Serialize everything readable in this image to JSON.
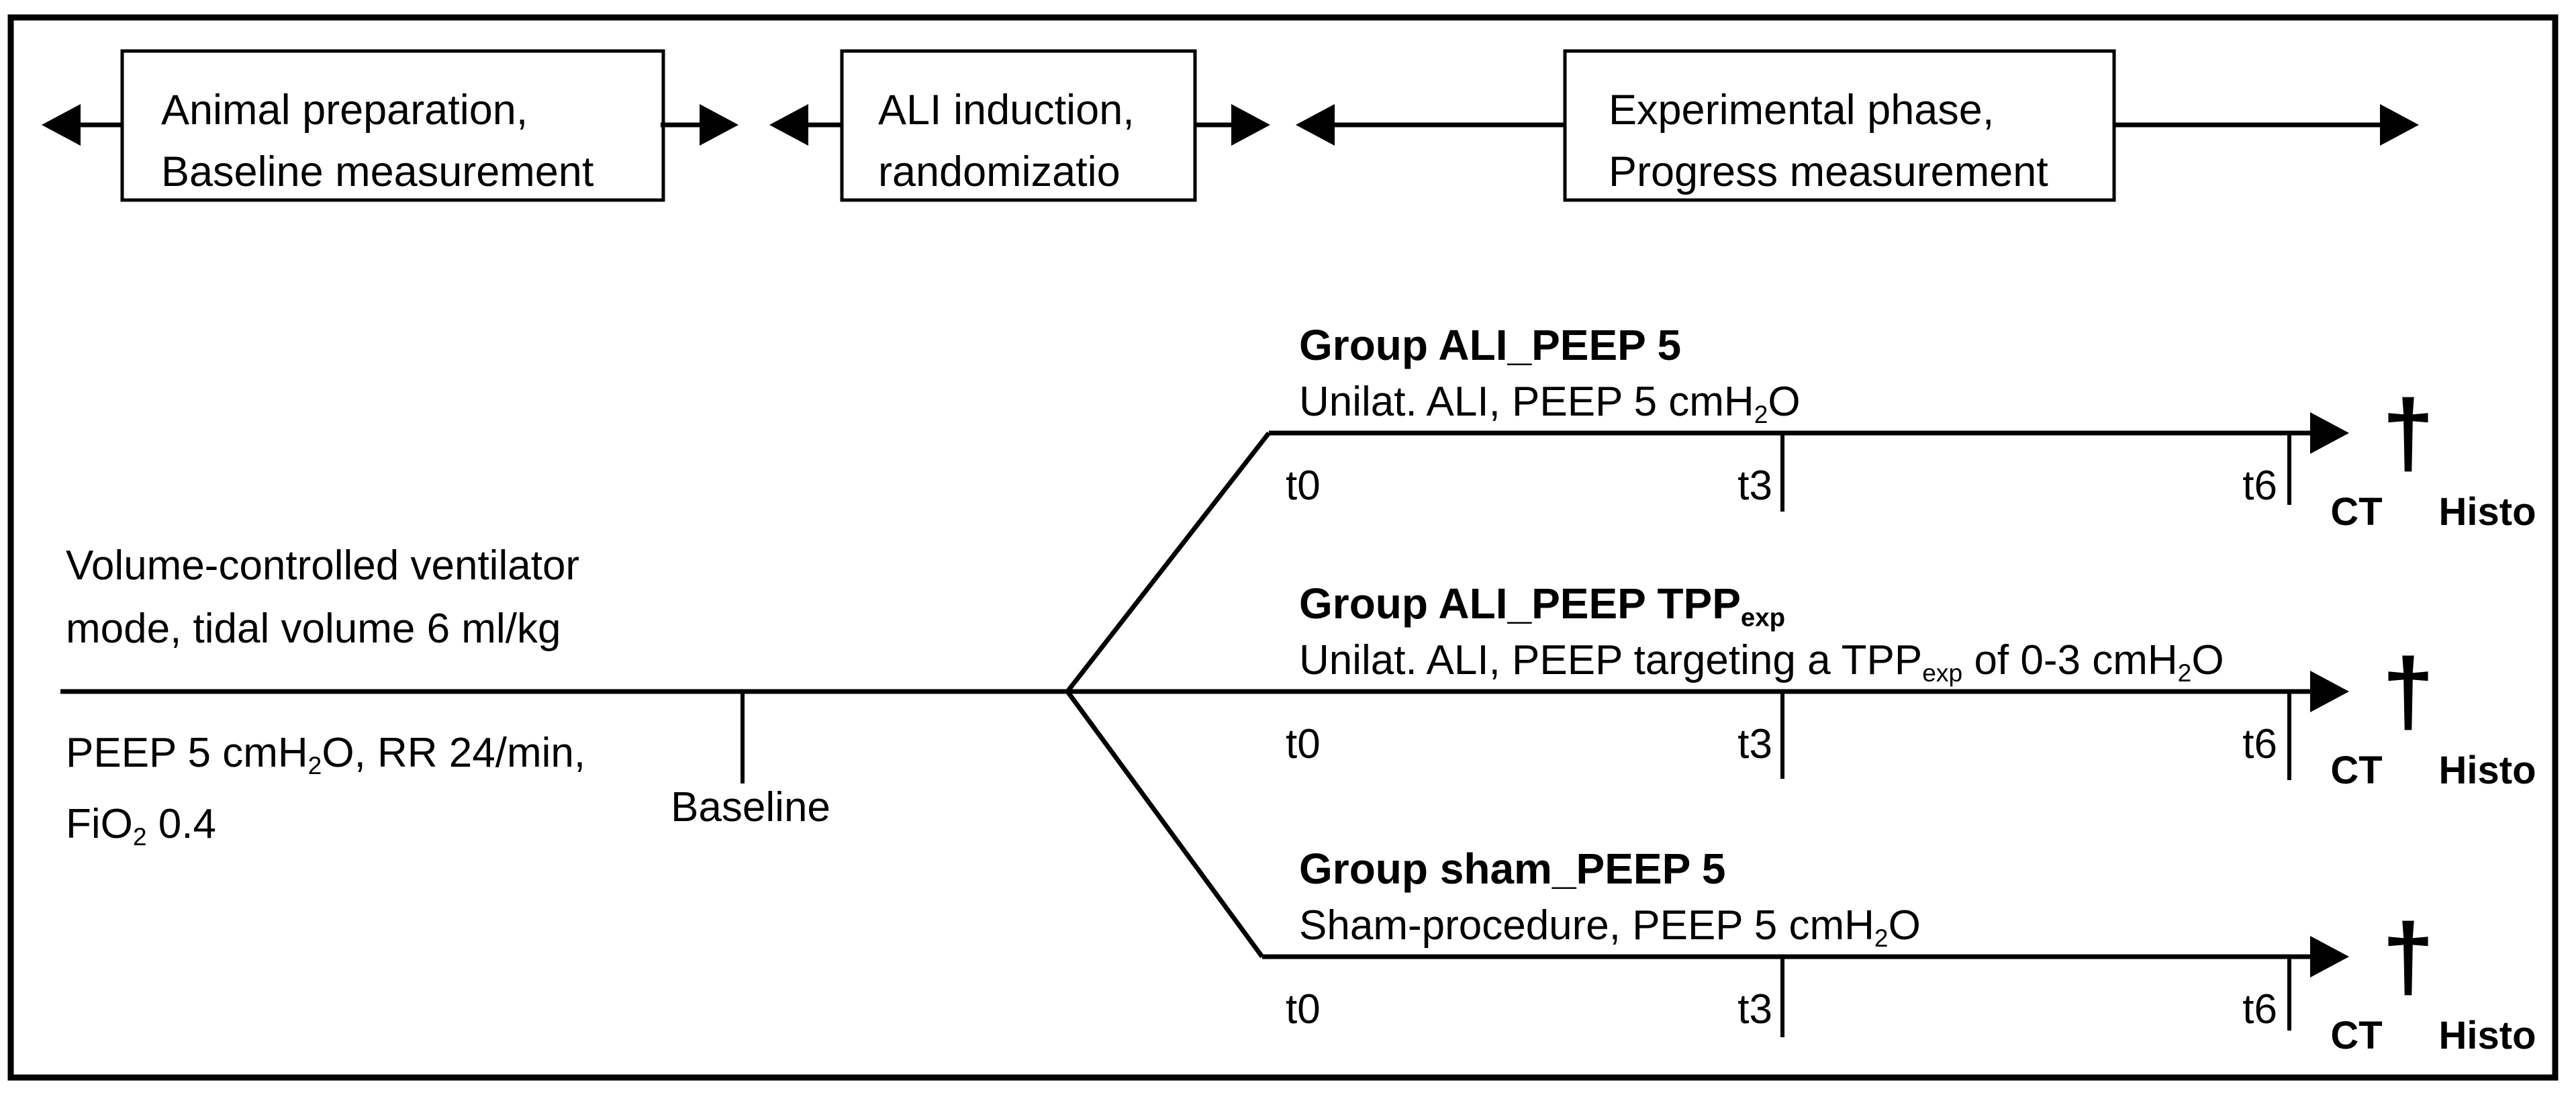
{
  "colors": {
    "foreground": "#000000",
    "background": "#ffffff"
  },
  "phase_boxes": [
    {
      "line1": "Animal preparation,",
      "line2": "Baseline measurement"
    },
    {
      "line1": "ALI induction,",
      "line2": "randomizatio"
    },
    {
      "line1": "Experimental phase,",
      "line2": "Progress measurement"
    }
  ],
  "ventilation": {
    "line1": "Volume-controlled ventilator",
    "line2": "mode, tidal volume 6 ml/kg",
    "line3_a": "PEEP 5 cmH",
    "line3_sub": "2",
    "line3_b": "O, RR 24/min,",
    "line4_a": "FiO",
    "line4_sub": "2",
    "line4_b": " 0.4"
  },
  "baseline_label": "Baseline",
  "groups": [
    {
      "title_a": "Group ALI_PEEP 5",
      "title_sub": "",
      "subtitle_a": "Unilat. ALI, PEEP 5 cmH",
      "subtitle_sub1": "2",
      "subtitle_b": "O",
      "subtitle_sub2": "",
      "subtitle_c": "",
      "t0": "t0",
      "t3": "t3",
      "t6": "t6",
      "death": "†",
      "ct": "CT",
      "histo": "Histo"
    },
    {
      "title_a": "Group ALI_PEEP TPP",
      "title_sub": "exp",
      "subtitle_a": "Unilat. ALI, PEEP targeting a TPP",
      "subtitle_sub1": "exp",
      "subtitle_b": " of 0-3 cmH",
      "subtitle_sub2": "2",
      "subtitle_c": "O",
      "t0": "t0",
      "t3": "t3",
      "t6": "t6",
      "death": "†",
      "ct": "CT",
      "histo": "Histo"
    },
    {
      "title_a": "Group sham_PEEP 5",
      "title_sub": "",
      "subtitle_a": "Sham-procedure, PEEP 5 cmH",
      "subtitle_sub1": "2",
      "subtitle_b": "O",
      "subtitle_sub2": "",
      "subtitle_c": "",
      "t0": "t0",
      "t3": "t3",
      "t6": "t6",
      "death": "†",
      "ct": "CT",
      "histo": "Histo"
    }
  ]
}
